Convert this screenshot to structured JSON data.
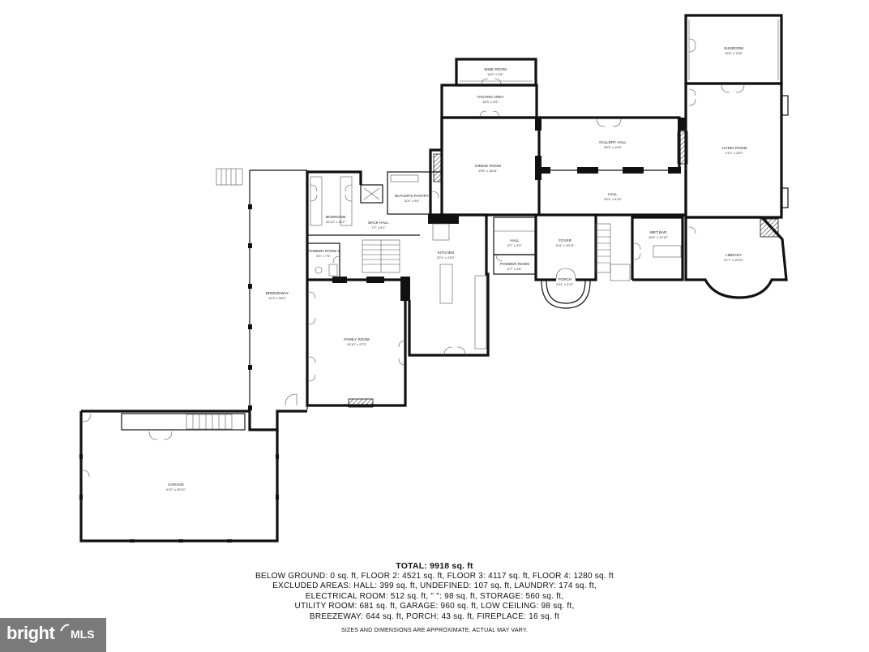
{
  "rooms": {
    "sunroom": {
      "name": "SUNROOM",
      "dim": "19'6\" x 13'8\""
    },
    "wine_room": {
      "name": "WINE ROOM",
      "dim": "16'2\" x 5'6\""
    },
    "tasting_area": {
      "name": "TASTING AREA",
      "dim": "18'3\" x 6'5\""
    },
    "gallery_hall": {
      "name": "GALLERY HALL",
      "dim": "28'2\" x 10'5\""
    },
    "dining_room": {
      "name": "DINING ROOM",
      "dim": "19'5\" x 18'11\""
    },
    "living_room": {
      "name": "LIVING ROOM",
      "dim": "21'2\" x 28'0\""
    },
    "hall_main": {
      "name": "HALL",
      "dim": "29'4\" x 6'10\""
    },
    "butlers_pantry": {
      "name": "BUTLER'S PANTRY",
      "dim": "11'4\" x 9'0\""
    },
    "mudroom": {
      "name": "MUDROOM",
      "dim": "10'10\" x 14'2\""
    },
    "back_hall": {
      "name": "BACK HALL",
      "dim": "7'2\" x 6'1\""
    },
    "wet_bar": {
      "name": "WET BAR",
      "dim": "10'9\" x 12'10\""
    },
    "library": {
      "name": "LIBRARY",
      "dim": "21'7\" x 15'10\""
    },
    "foyer": {
      "name": "FOYER",
      "dim": "11'6\" x 10'11\""
    },
    "hall_small": {
      "name": "HALL",
      "dim": "8'7\" x 4'3\""
    },
    "kitchen": {
      "name": "KITCHEN",
      "dim": "20'1\" x 23'0\""
    },
    "powder_room_2": {
      "name": "POWDER ROOM 2",
      "dim": "6'3\" x 7'6\""
    },
    "powder_room": {
      "name": "POWDER ROOM",
      "dim": "6'7\" x 4'6\""
    },
    "porch": {
      "name": "PORCH",
      "dim": "9'11\" x 3'11\""
    },
    "breezeway": {
      "name": "BREEZEWAY",
      "dim": "12'3\" x 55'0\""
    },
    "family_room": {
      "name": "FAMILY ROOM",
      "dim": "19'10\" x 27'3\""
    },
    "garage": {
      "name": "GARAGE",
      "dim": "41'0\" x 26'10\""
    }
  },
  "summary": {
    "total": "TOTAL: 9918 sq. ft",
    "lines": [
      "BELOW GROUND: 0 sq. ft, FLOOR 2: 4521 sq. ft, FLOOR 3: 4117 sq. ft, FLOOR 4: 1280 sq. ft",
      "EXCLUDED AREAS: HALL: 399 sq. ft, UNDEFINED: 107 sq. ft, LAUNDRY: 174 sq. ft,",
      "ELECTRICAL ROOM: 512 sq. ft, \" \": 98 sq. ft, STORAGE: 560 sq. ft,",
      "UTILITY ROOM: 681 sq. ft, GARAGE: 960 sq. ft, LOW CEILING: 98 sq. ft,",
      "BREEZEWAY: 644 sq. ft, PORCH: 43 sq. ft, FIREPLACE: 16 sq. ft"
    ],
    "disclaimer": "SIZES AND DIMENSIONS ARE APPROXIMATE, ACTUAL MAY VARY."
  },
  "brand": {
    "logo_text": "bright",
    "mls_text": "MLS",
    "color": "#7a7a7a"
  }
}
